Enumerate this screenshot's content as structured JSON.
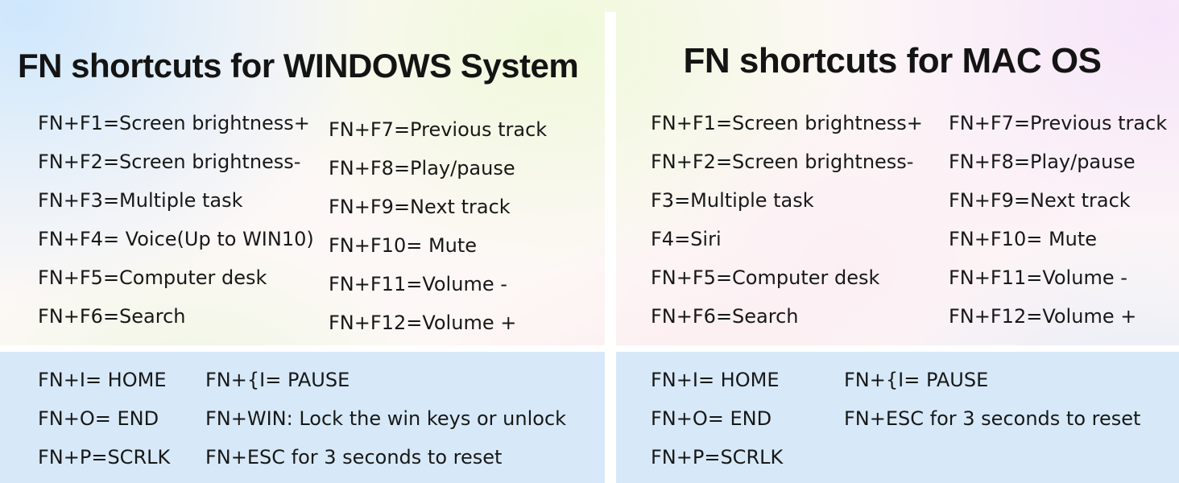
{
  "colors": {
    "text": "#161616",
    "bottom_section_bg": "#d7e9f8",
    "divider": "#ffffff",
    "bg_blue_corner": "#cee7fc",
    "bg_green": "#eef9d8",
    "bg_pink": "#fdeef4",
    "bg_lavender_corner": "#f6e4fa",
    "bg_periwinkle_corner": "#dee6f8"
  },
  "panels": [
    {
      "title": "FN shortcuts for WINDOWS System",
      "fn_columns": [
        [
          "FN+F1=Screen brightness+",
          "FN+F2=Screen brightness-",
          "FN+F3=Multiple task",
          "FN+F4= Voice(Up to WIN10)",
          "FN+F5=Computer desk",
          "FN+F6=Search"
        ],
        [
          "FN+F7=Previous track",
          "FN+F8=Play/pause",
          "FN+F9=Next track",
          "FN+F10= Mute",
          "FN+F11=Volume -",
          "FN+F12=Volume +"
        ]
      ],
      "extra_columns": [
        [
          "FN+I= HOME",
          "FN+O= END",
          "FN+P=SCRLK"
        ],
        [
          "FN+{I= PAUSE",
          "FN+WIN: Lock the win keys or unlock",
          "FN+ESC for 3 seconds to reset"
        ]
      ]
    },
    {
      "title": "FN shortcuts for MAC OS",
      "fn_columns": [
        [
          "FN+F1=Screen brightness+",
          "FN+F2=Screen brightness-",
          "F3=Multiple task",
          "F4=Siri",
          "FN+F5=Computer desk",
          "FN+F6=Search"
        ],
        [
          "FN+F7=Previous track",
          "FN+F8=Play/pause",
          "FN+F9=Next track",
          "FN+F10= Mute",
          "FN+F11=Volume -",
          "FN+F12=Volume +"
        ]
      ],
      "extra_columns": [
        [
          "FN+I= HOME",
          "FN+O= END",
          "FN+P=SCRLK"
        ],
        [
          "FN+{I= PAUSE",
          "FN+ESC for 3 seconds to reset"
        ]
      ]
    }
  ]
}
